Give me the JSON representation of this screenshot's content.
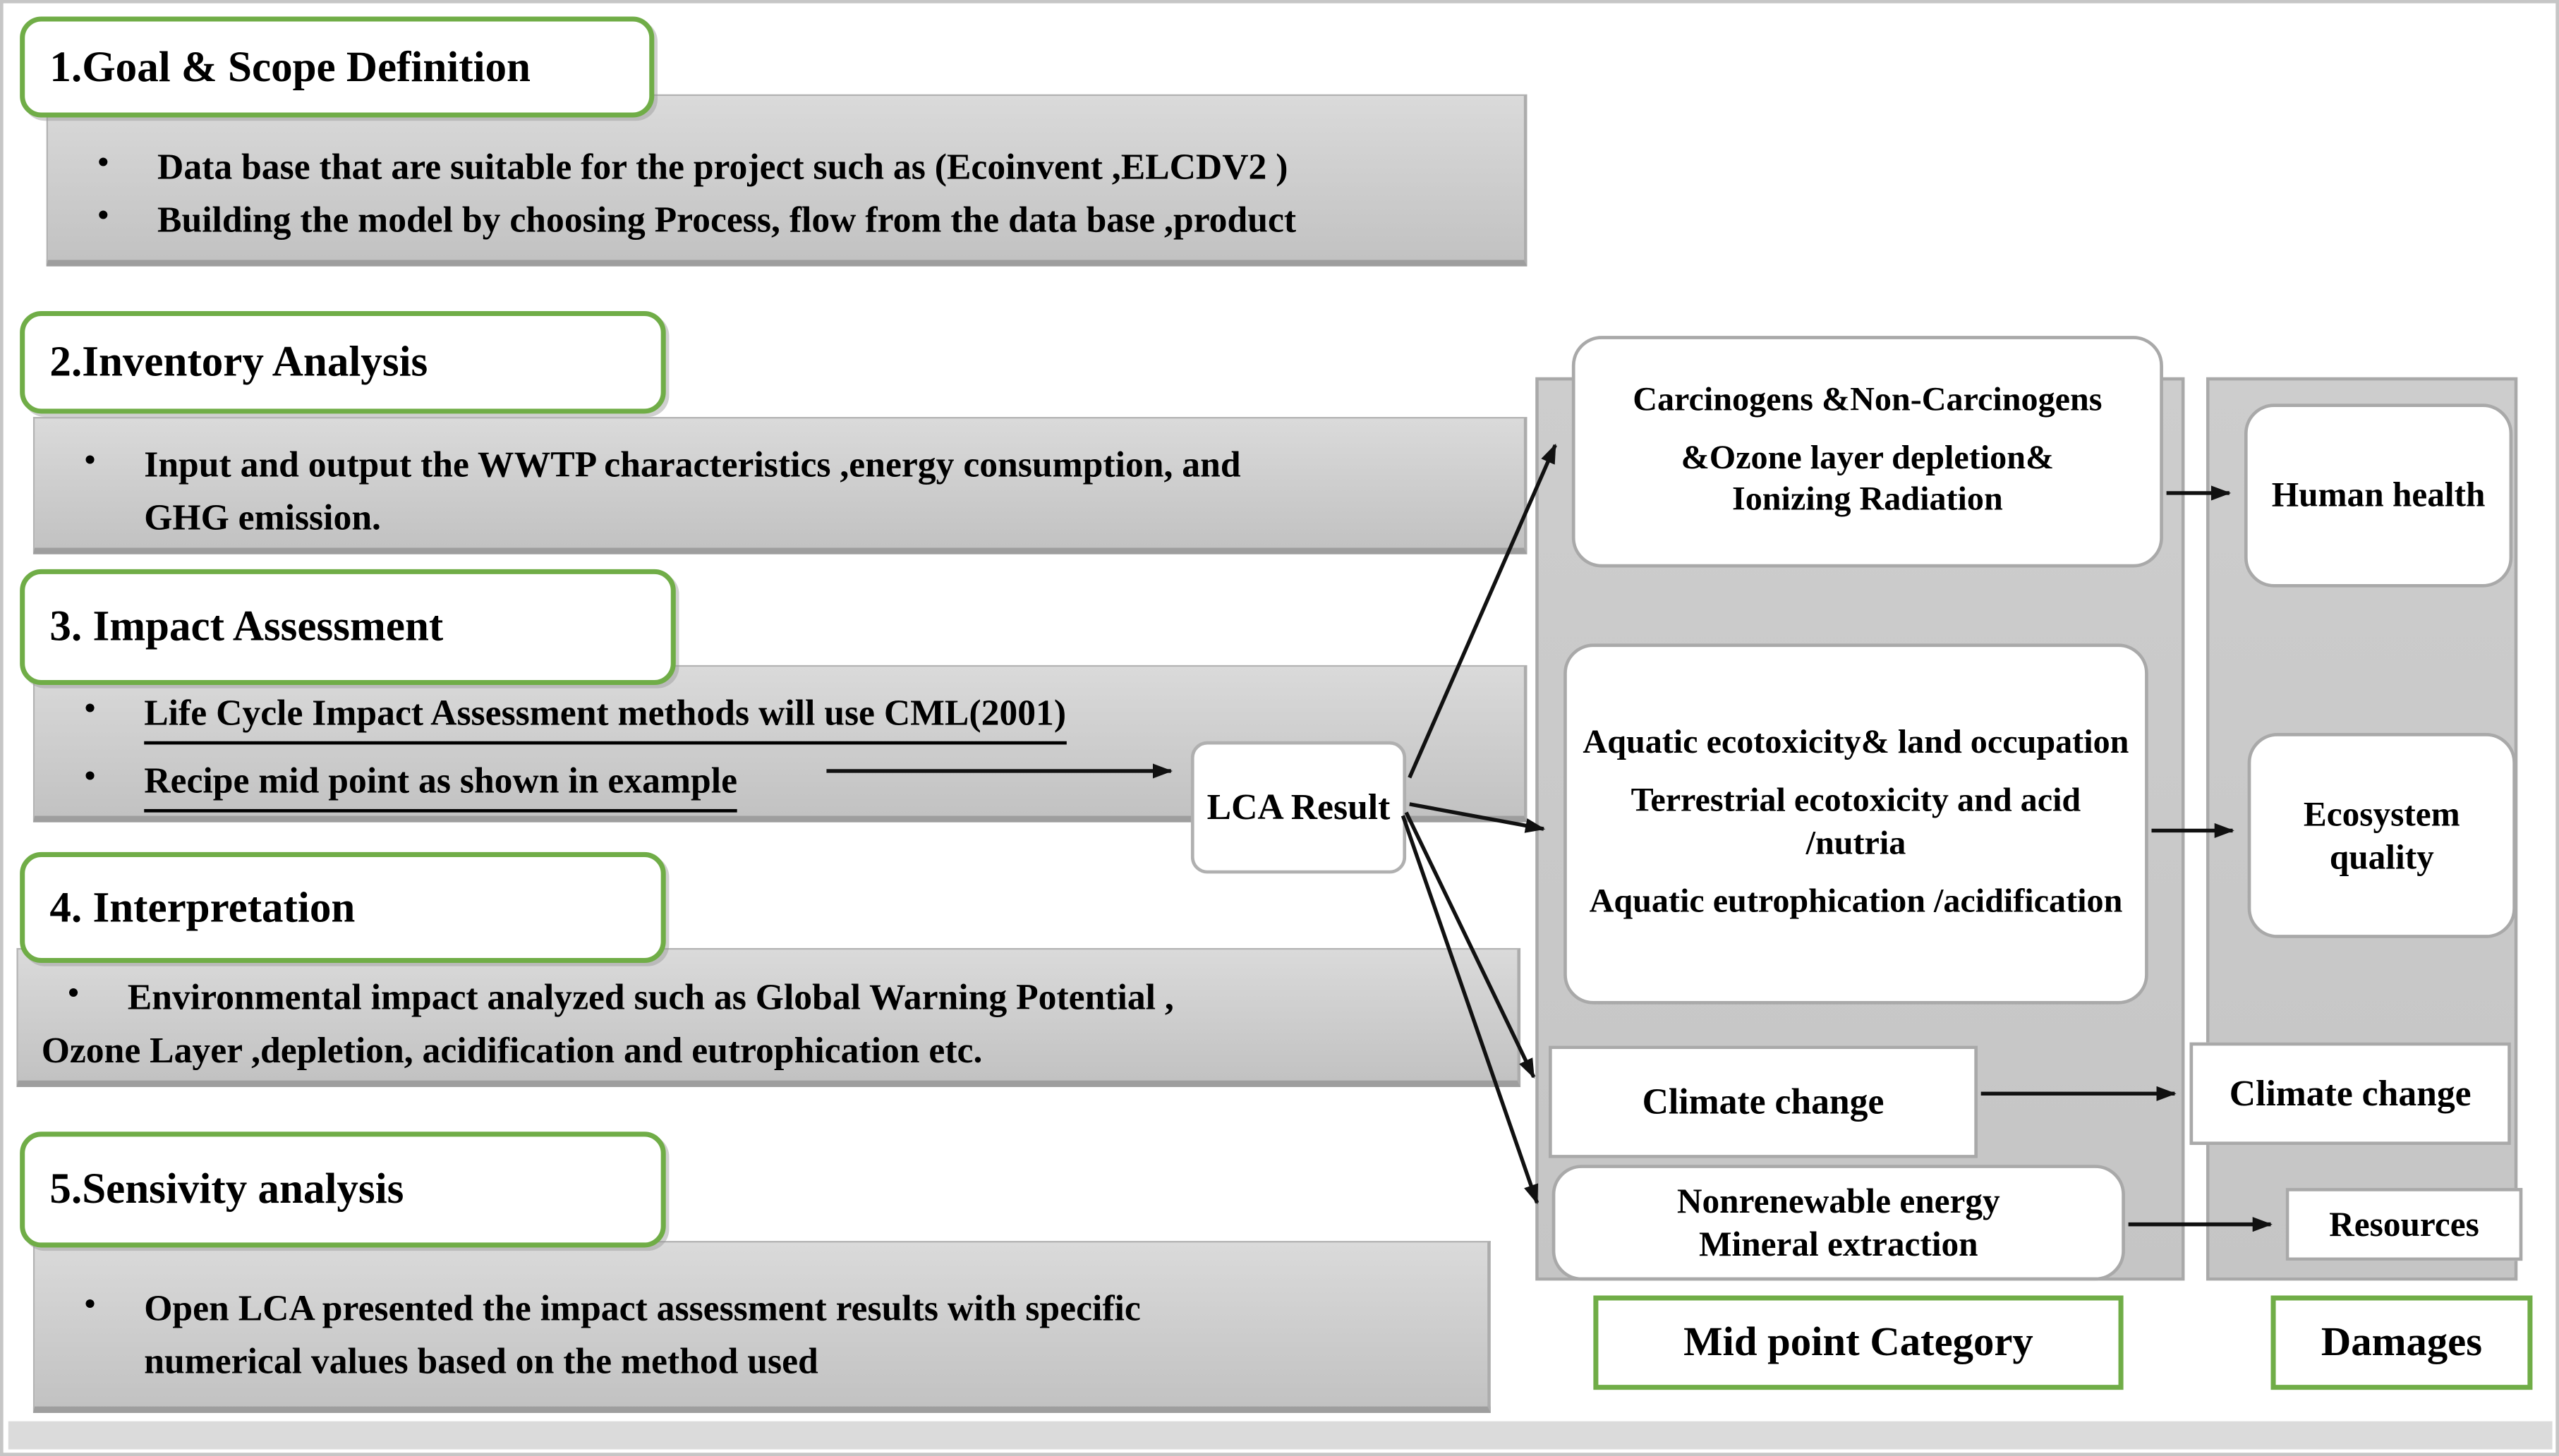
{
  "diagram": {
    "sections": [
      {
        "title": "1.Goal & Scope Definition",
        "bullets": [
          {
            "lines": [
              "Data base that are suitable for the project such as (Ecoinvent ,ELCDV2 )"
            ]
          },
          {
            "lines": [
              "Building the model by choosing Process, flow from the data base ,product"
            ]
          }
        ]
      },
      {
        "title": "2.Inventory Analysis",
        "bullets": [
          {
            "lines": [
              "Input and output the WWTP characteristics ,energy consumption, and",
              "GHG emission."
            ]
          }
        ]
      },
      {
        "title": "3. Impact Assessment",
        "bullets": [
          {
            "lines": [
              "Life Cycle Impact Assessment methods will use CML(2001)"
            ],
            "underline": true
          },
          {
            "lines": [
              "Recipe mid point as shown in example"
            ],
            "underline": true
          }
        ]
      },
      {
        "title": "4. Interpretation",
        "bullets": [
          {
            "lines": [
              "Environmental impact analyzed such as Global Warning Potential ,",
              "Ozone Layer ,depletion, acidification and eutrophication etc."
            ]
          }
        ]
      },
      {
        "title": "5.Sensivity analysis",
        "bullets": [
          {
            "lines": [
              "Open LCA presented the impact assessment results with specific",
              "numerical values based on the method used"
            ]
          }
        ]
      }
    ],
    "lca_result": "LCA Result",
    "midpoint": {
      "carcinogens": [
        "Carcinogens &Non-Carcinogens",
        "&Ozone layer depletion&",
        "Ionizing Radiation"
      ],
      "ecotoxicity": [
        "Aquatic ecotoxicity& land occupation",
        "Terrestrial ecotoxicity and acid /nutria",
        "Aquatic eutrophication /acidification"
      ],
      "climate": "Climate change",
      "nonrenewable": [
        "Nonrenewable energy",
        "Mineral  extraction"
      ]
    },
    "damages": {
      "human_health": "Human health",
      "ecosystem_quality": "Ecosystem quality",
      "climate": "Climate change",
      "resources": "Resources"
    },
    "labels": {
      "midpoint": "Mid point Category",
      "damages": "Damages"
    },
    "colors": {
      "green_border": "#70ad47",
      "panel_gray": "#c9c9c9",
      "content_gray": "#cdcdcd",
      "arrow_black": "#111111"
    }
  }
}
